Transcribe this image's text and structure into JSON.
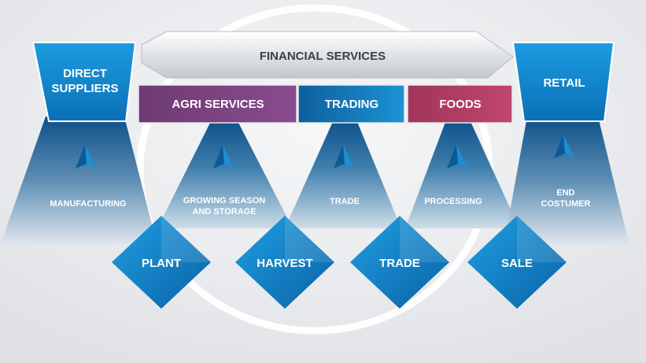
{
  "header": {
    "label": "FINANCIAL SERVICES"
  },
  "left_box": {
    "line1": "DIRECT",
    "line2": "SUPPLIERS"
  },
  "right_box": {
    "label": "RETAIL"
  },
  "segments": [
    {
      "label": "AGRI SERVICES",
      "color": "#7b3d7c"
    },
    {
      "label": "TRADING",
      "color": "#1a80bd"
    },
    {
      "label": "FOODS",
      "color": "#b13b60"
    }
  ],
  "columns": [
    {
      "line1": "MANUFACTURING",
      "line2": ""
    },
    {
      "line1": "GROWING SEASON",
      "line2": "AND STORAGE"
    },
    {
      "line1": "TRADE",
      "line2": ""
    },
    {
      "line1": "PROCESSING",
      "line2": ""
    },
    {
      "line1": "END",
      "line2": "COSTUMER"
    }
  ],
  "stages": [
    {
      "label": "PLANT"
    },
    {
      "label": "HARVEST"
    },
    {
      "label": "TRADE"
    },
    {
      "label": "SALE"
    }
  ],
  "icons": {
    "logo": "arrowhead-logo-icon"
  },
  "colors": {
    "blue": "#1a8fd4",
    "dark_blue": "#0b5a97",
    "background": "#e9eaed"
  }
}
